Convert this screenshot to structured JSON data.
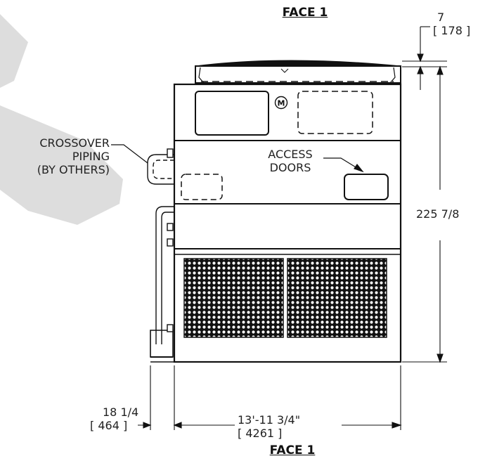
{
  "titles": {
    "top": "FACE 1",
    "bottom": "FACE 1"
  },
  "callouts": {
    "crossover": [
      "CROSSOVER",
      "PIPING",
      "(BY OTHERS)"
    ],
    "access": [
      "ACCESS",
      "DOORS"
    ]
  },
  "dimensions": {
    "top_offset": {
      "imperial": "7",
      "metric": "[ 178 ]"
    },
    "height": {
      "imperial": "225 7/8"
    },
    "side_offset": {
      "imperial": "18 1/4",
      "metric": "[ 464 ]"
    },
    "width": {
      "imperial": "13'-11 3/4\"",
      "metric": "[ 4261 ]"
    }
  },
  "logo": {
    "letter": "M"
  },
  "colors": {
    "line": "#111111",
    "watermark": "#cfcfcf",
    "text": "#222222"
  }
}
